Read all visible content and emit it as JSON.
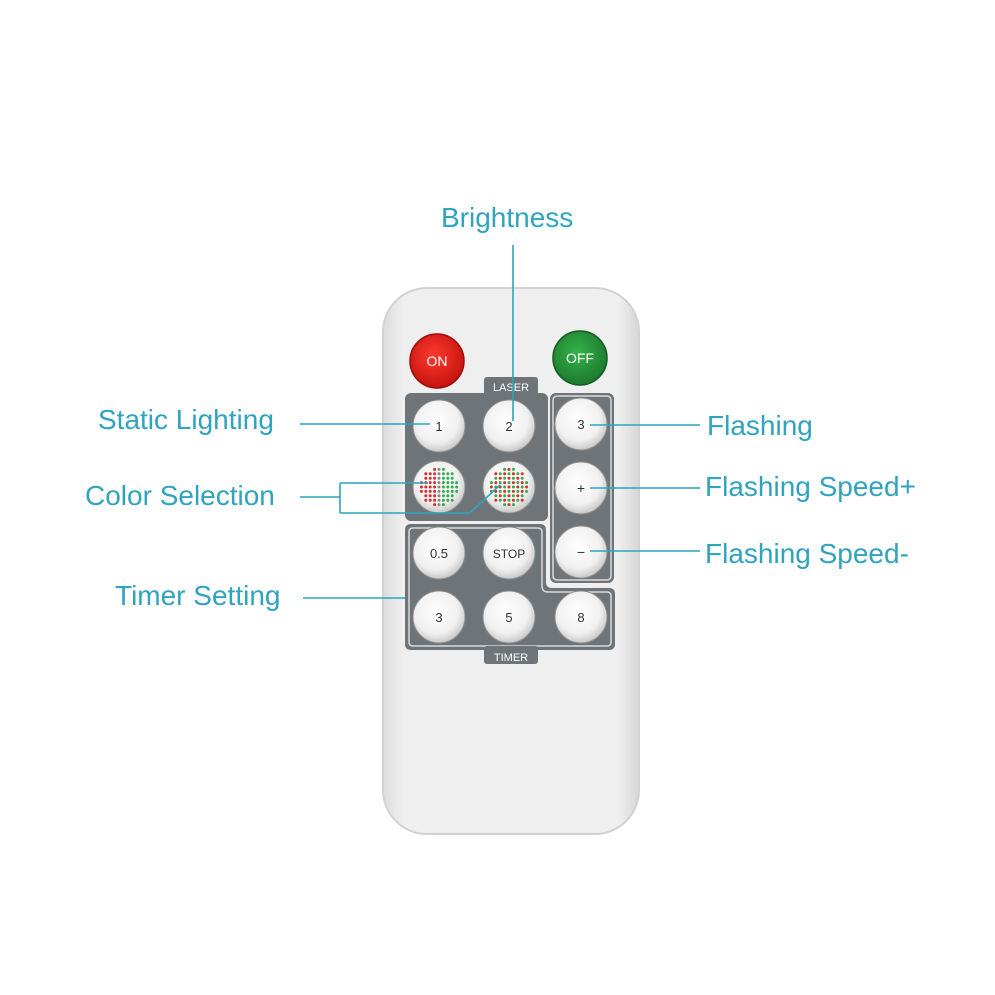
{
  "callouts": {
    "brightness": "Brightness",
    "static_lighting": "Static Lighting",
    "color_selection": "Color Selection",
    "timer_setting": "Timer Setting",
    "flashing": "Flashing",
    "flashing_speed_plus": "Flashing Speed+",
    "flashing_speed_minus": "Flashing Speed-"
  },
  "remote": {
    "on_label": "ON",
    "off_label": "OFF",
    "laser_label": "LASER",
    "timer_label": "TIMER",
    "laser_buttons": [
      "1",
      "2",
      "3"
    ],
    "flash_buttons": [
      "+",
      "−"
    ],
    "timer_buttons": [
      "0.5",
      "STOP",
      "3",
      "5",
      "8"
    ]
  },
  "colors": {
    "callout_text": "#2fa3bf",
    "on_button": "#e8201f",
    "off_button": "#2a9a3e",
    "panel": "#6e7478",
    "body": "#ededed"
  }
}
